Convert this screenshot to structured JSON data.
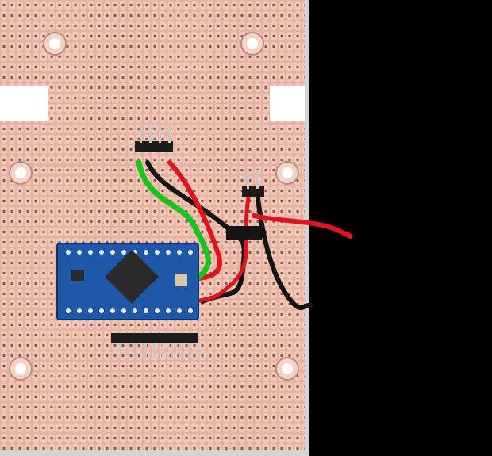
{
  "colors": {
    "background": "#000000",
    "board_frame": "#cfcfcf",
    "stripboard": "#e9b6a6",
    "copper_pad": "#f0c9bb",
    "hole": "#8a5a4c",
    "arduino_pcb": "#1f58a8",
    "chip": "#2a2a2a",
    "wire_green": "#19c41d",
    "wire_red": "#e0141e",
    "wire_black": "#141414",
    "header": "#1b1b1b",
    "pin": "#c7c7c7"
  },
  "components": {
    "top_header": {
      "pins": 4
    },
    "right_header": {
      "pins": 2
    },
    "bottom_header": {
      "pins": 10
    },
    "arduino_top_row_pins": 12,
    "arduino_bottom_row_pins": 12
  }
}
